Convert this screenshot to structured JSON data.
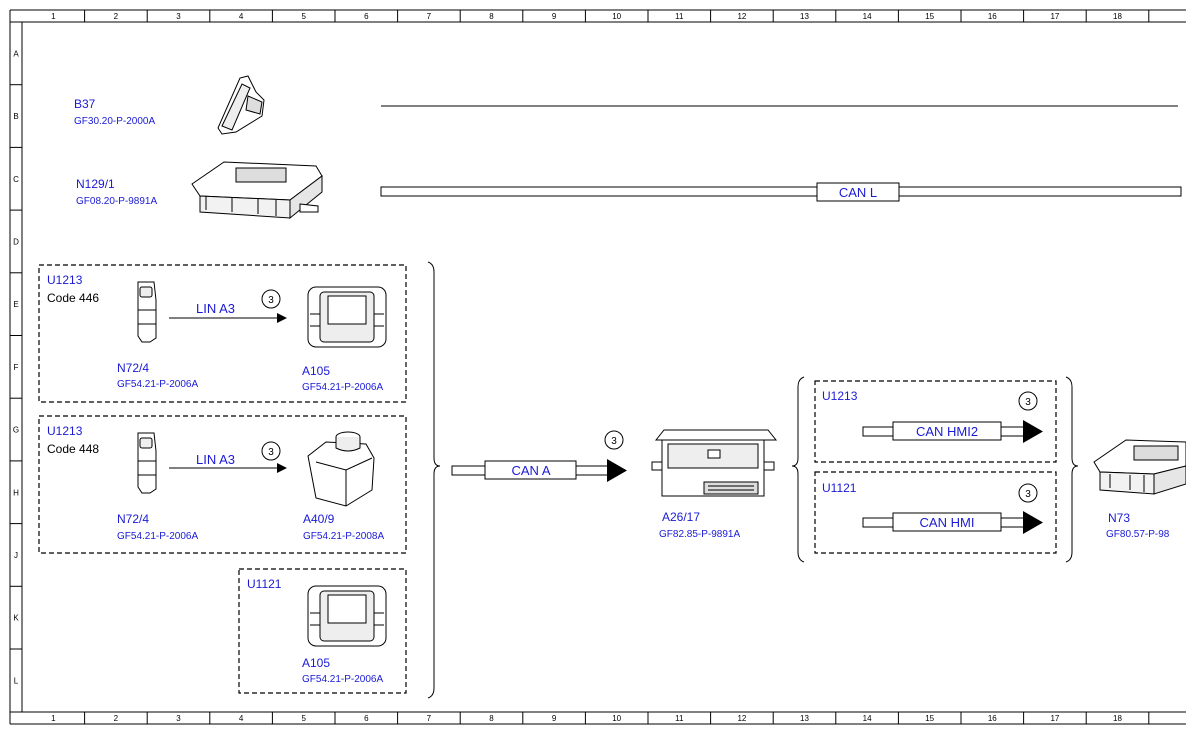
{
  "ruler": {
    "columns": [
      "1",
      "2",
      "3",
      "4",
      "5",
      "6",
      "7",
      "8",
      "9",
      "10",
      "11",
      "12",
      "13",
      "14",
      "15",
      "16",
      "17",
      "18"
    ],
    "rows": [
      "A",
      "B",
      "C",
      "D",
      "E",
      "F",
      "G",
      "H",
      "J",
      "K",
      "L"
    ]
  },
  "top_components": [
    {
      "id": "B37",
      "ref": "GF30.20-P-2000A"
    },
    {
      "id": "N129/1",
      "ref": "GF08.20-P-9891A"
    }
  ],
  "bus_can_l": "CAN L",
  "groups": {
    "code446": {
      "title": "U1213",
      "code": "Code 446",
      "left": {
        "id": "N72/4",
        "ref": "GF54.21-P-2006A"
      },
      "bus": "LIN A3",
      "note": "3",
      "right": {
        "id": "A105",
        "ref": "GF54.21-P-2006A"
      }
    },
    "code448": {
      "title": "U1213",
      "code": "Code 448",
      "left": {
        "id": "N72/4",
        "ref": "GF54.21-P-2006A"
      },
      "bus": "LIN A3",
      "note": "3",
      "right": {
        "id": "A40/9",
        "ref": "GF54.21-P-2008A"
      }
    },
    "u1121": {
      "title": "U1121",
      "right": {
        "id": "A105",
        "ref": "GF54.21-P-2006A"
      }
    }
  },
  "can_a": {
    "label": "CAN A",
    "note": "3"
  },
  "center": {
    "id": "A26/17",
    "ref": "GF82.85-P-9891A"
  },
  "hmi": {
    "u1213": {
      "title": "U1213",
      "bus": "CAN HMI2",
      "note": "3"
    },
    "u1121": {
      "title": "U1121",
      "bus": "CAN HMI",
      "note": "3"
    }
  },
  "right_component": {
    "id": "N73",
    "ref": "GF80.57-P-98"
  }
}
